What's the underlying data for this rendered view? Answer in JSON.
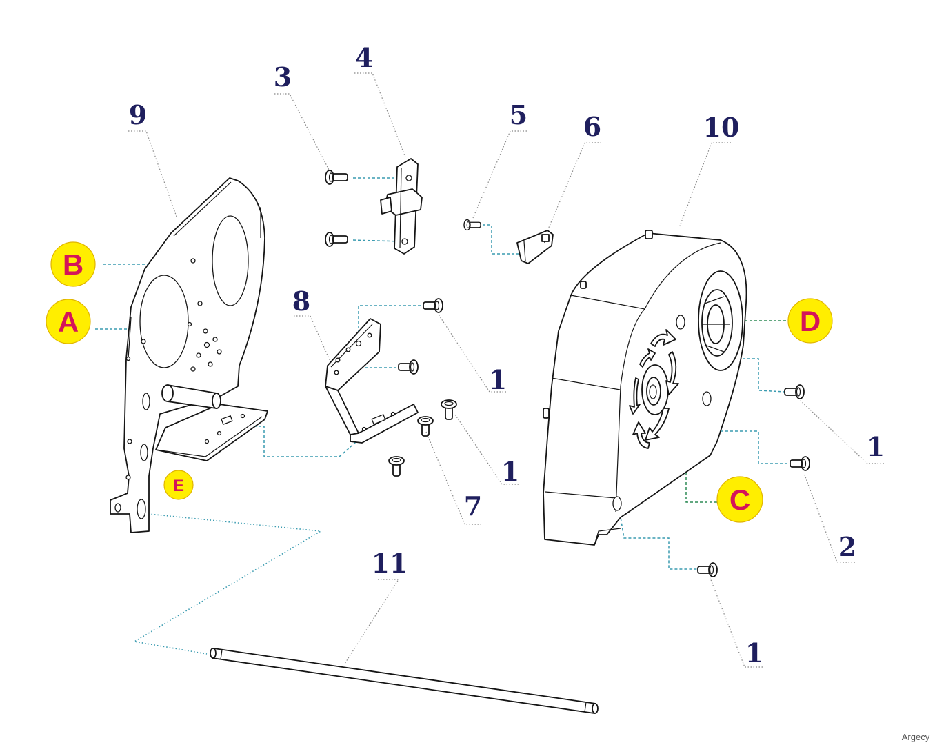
{
  "parts": [
    {
      "label": "3"
    },
    {
      "label": "4"
    },
    {
      "label": "5"
    },
    {
      "label": "6"
    },
    {
      "label": "9"
    },
    {
      "label": "10"
    },
    {
      "label": "8"
    },
    {
      "label": "1"
    },
    {
      "label": "1"
    },
    {
      "label": "7"
    },
    {
      "label": "1"
    },
    {
      "label": "2"
    },
    {
      "label": "1"
    },
    {
      "label": "11"
    }
  ],
  "markers": [
    {
      "label": "B"
    },
    {
      "label": "A"
    },
    {
      "label": "D"
    },
    {
      "label": "E"
    },
    {
      "label": "C"
    }
  ],
  "watermark": "Argecy",
  "colors": {
    "callout_text": "#1f1f5e",
    "marker_fill": "#ffee00",
    "marker_text": "#d4145a",
    "connector": "#3a9bb0",
    "connector_alt": "#2e8b57",
    "leader": "#888888"
  }
}
